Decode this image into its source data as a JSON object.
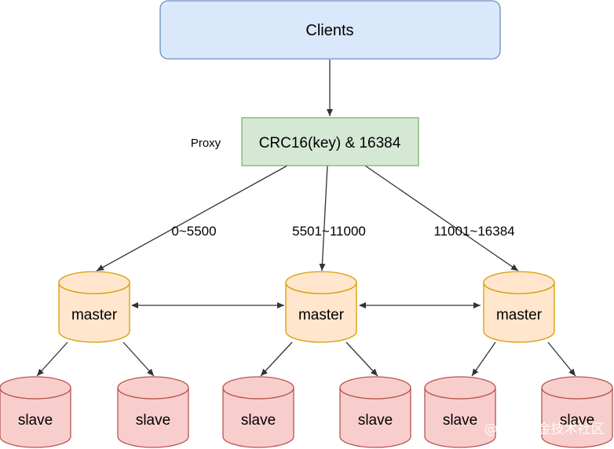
{
  "diagram": {
    "clients": {
      "label": "Clients"
    },
    "proxy": {
      "caption": "Proxy",
      "label": "CRC16(key) & 16384"
    },
    "ranges": [
      "0~5500",
      "5501~11000",
      "11001~16384"
    ],
    "masters": [
      {
        "label": "master"
      },
      {
        "label": "master"
      },
      {
        "label": "master"
      }
    ],
    "slaves": [
      {
        "label": "slave"
      },
      {
        "label": "slave"
      },
      {
        "label": "slave"
      },
      {
        "label": "slave"
      },
      {
        "label": "slave"
      },
      {
        "label": "slave"
      }
    ]
  },
  "watermark": {
    "text": "@稀土掘金技术社区"
  },
  "colors": {
    "clients_fill": "#dae8fc",
    "clients_stroke": "#6c8ebf",
    "proxy_fill": "#d5e8d4",
    "proxy_stroke": "#82b366",
    "master_fill": "#ffe6cc",
    "master_stroke": "#d79b00",
    "slave_fill": "#f8cecc",
    "slave_stroke": "#b85450",
    "arrow": "#333333"
  }
}
